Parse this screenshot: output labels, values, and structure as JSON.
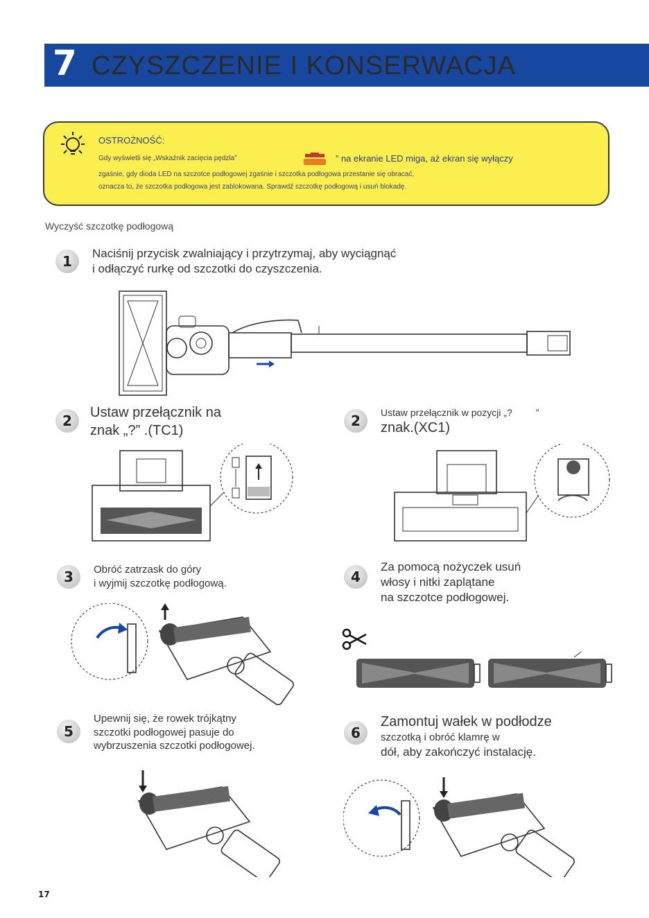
{
  "header": {
    "section_number": "7",
    "title": "CZYSZCZENIE I KONSERWACJA"
  },
  "caution": {
    "title": "OSTROŻNOŚĆ:",
    "line1_small": "Gdy wyświetli się „Wskaźnik zacięcia pędzla”",
    "line1_big": "” na ekranie LED miga, aż ekran się wyłączy",
    "line2": "zgaśnie, gdy dioda LED na szczotce podłogowej zgaśnie i szczotka podłogowa przestanie się obracać,",
    "line3": "oznacza to, że szczotka podłogowa jest zablokowana. Sprawdź szczotkę podłogową i usuń blokadę."
  },
  "lead": "Wyczyść szczotkę podłogową",
  "steps": {
    "s1": {
      "num": "1",
      "line1": "Naciśnij przycisk zwalniający i przytrzymaj, aby wyciągnąć",
      "line2": "i odłączyć rurkę od szczotki do czyszczenia."
    },
    "s2a": {
      "num": "2",
      "line1": "Ustaw przełącznik na",
      "line2": "znak „?” .(TC1)"
    },
    "s2b": {
      "num": "2",
      "line1": "Ustaw przełącznik w pozycji „?",
      "line1_end": "”",
      "line2": "znak.(XC1)"
    },
    "s3": {
      "num": "3",
      "line1": "Obróć zatrzask do góry",
      "line2": "i wyjmij szczotkę podłogową."
    },
    "s4": {
      "num": "4",
      "line1": "Za pomocą nożyczek usuń",
      "line2": "włosy i nitki zaplątane",
      "line3": "na szczotce podłogowej."
    },
    "s5": {
      "num": "5",
      "line1": "Upewnij się, że rowek trójkątny",
      "line2": "szczotki podłogowej pasuje do",
      "line3": "wybrzuszenia szczotki podłogowej."
    },
    "s6": {
      "num": "6",
      "line1": "Zamontuj wałek w podłodze",
      "line2": "szczotką i obróć klamrę w",
      "line3": "dół, aby zakończyć instalację."
    }
  },
  "page_number": "17",
  "colors": {
    "header": "#17479e",
    "caution_bg": "#fbef4f",
    "caution_text": "#2b3a8a"
  },
  "icons": {
    "caution": "lightbulb-icon",
    "scissors": "scissors-icon"
  }
}
